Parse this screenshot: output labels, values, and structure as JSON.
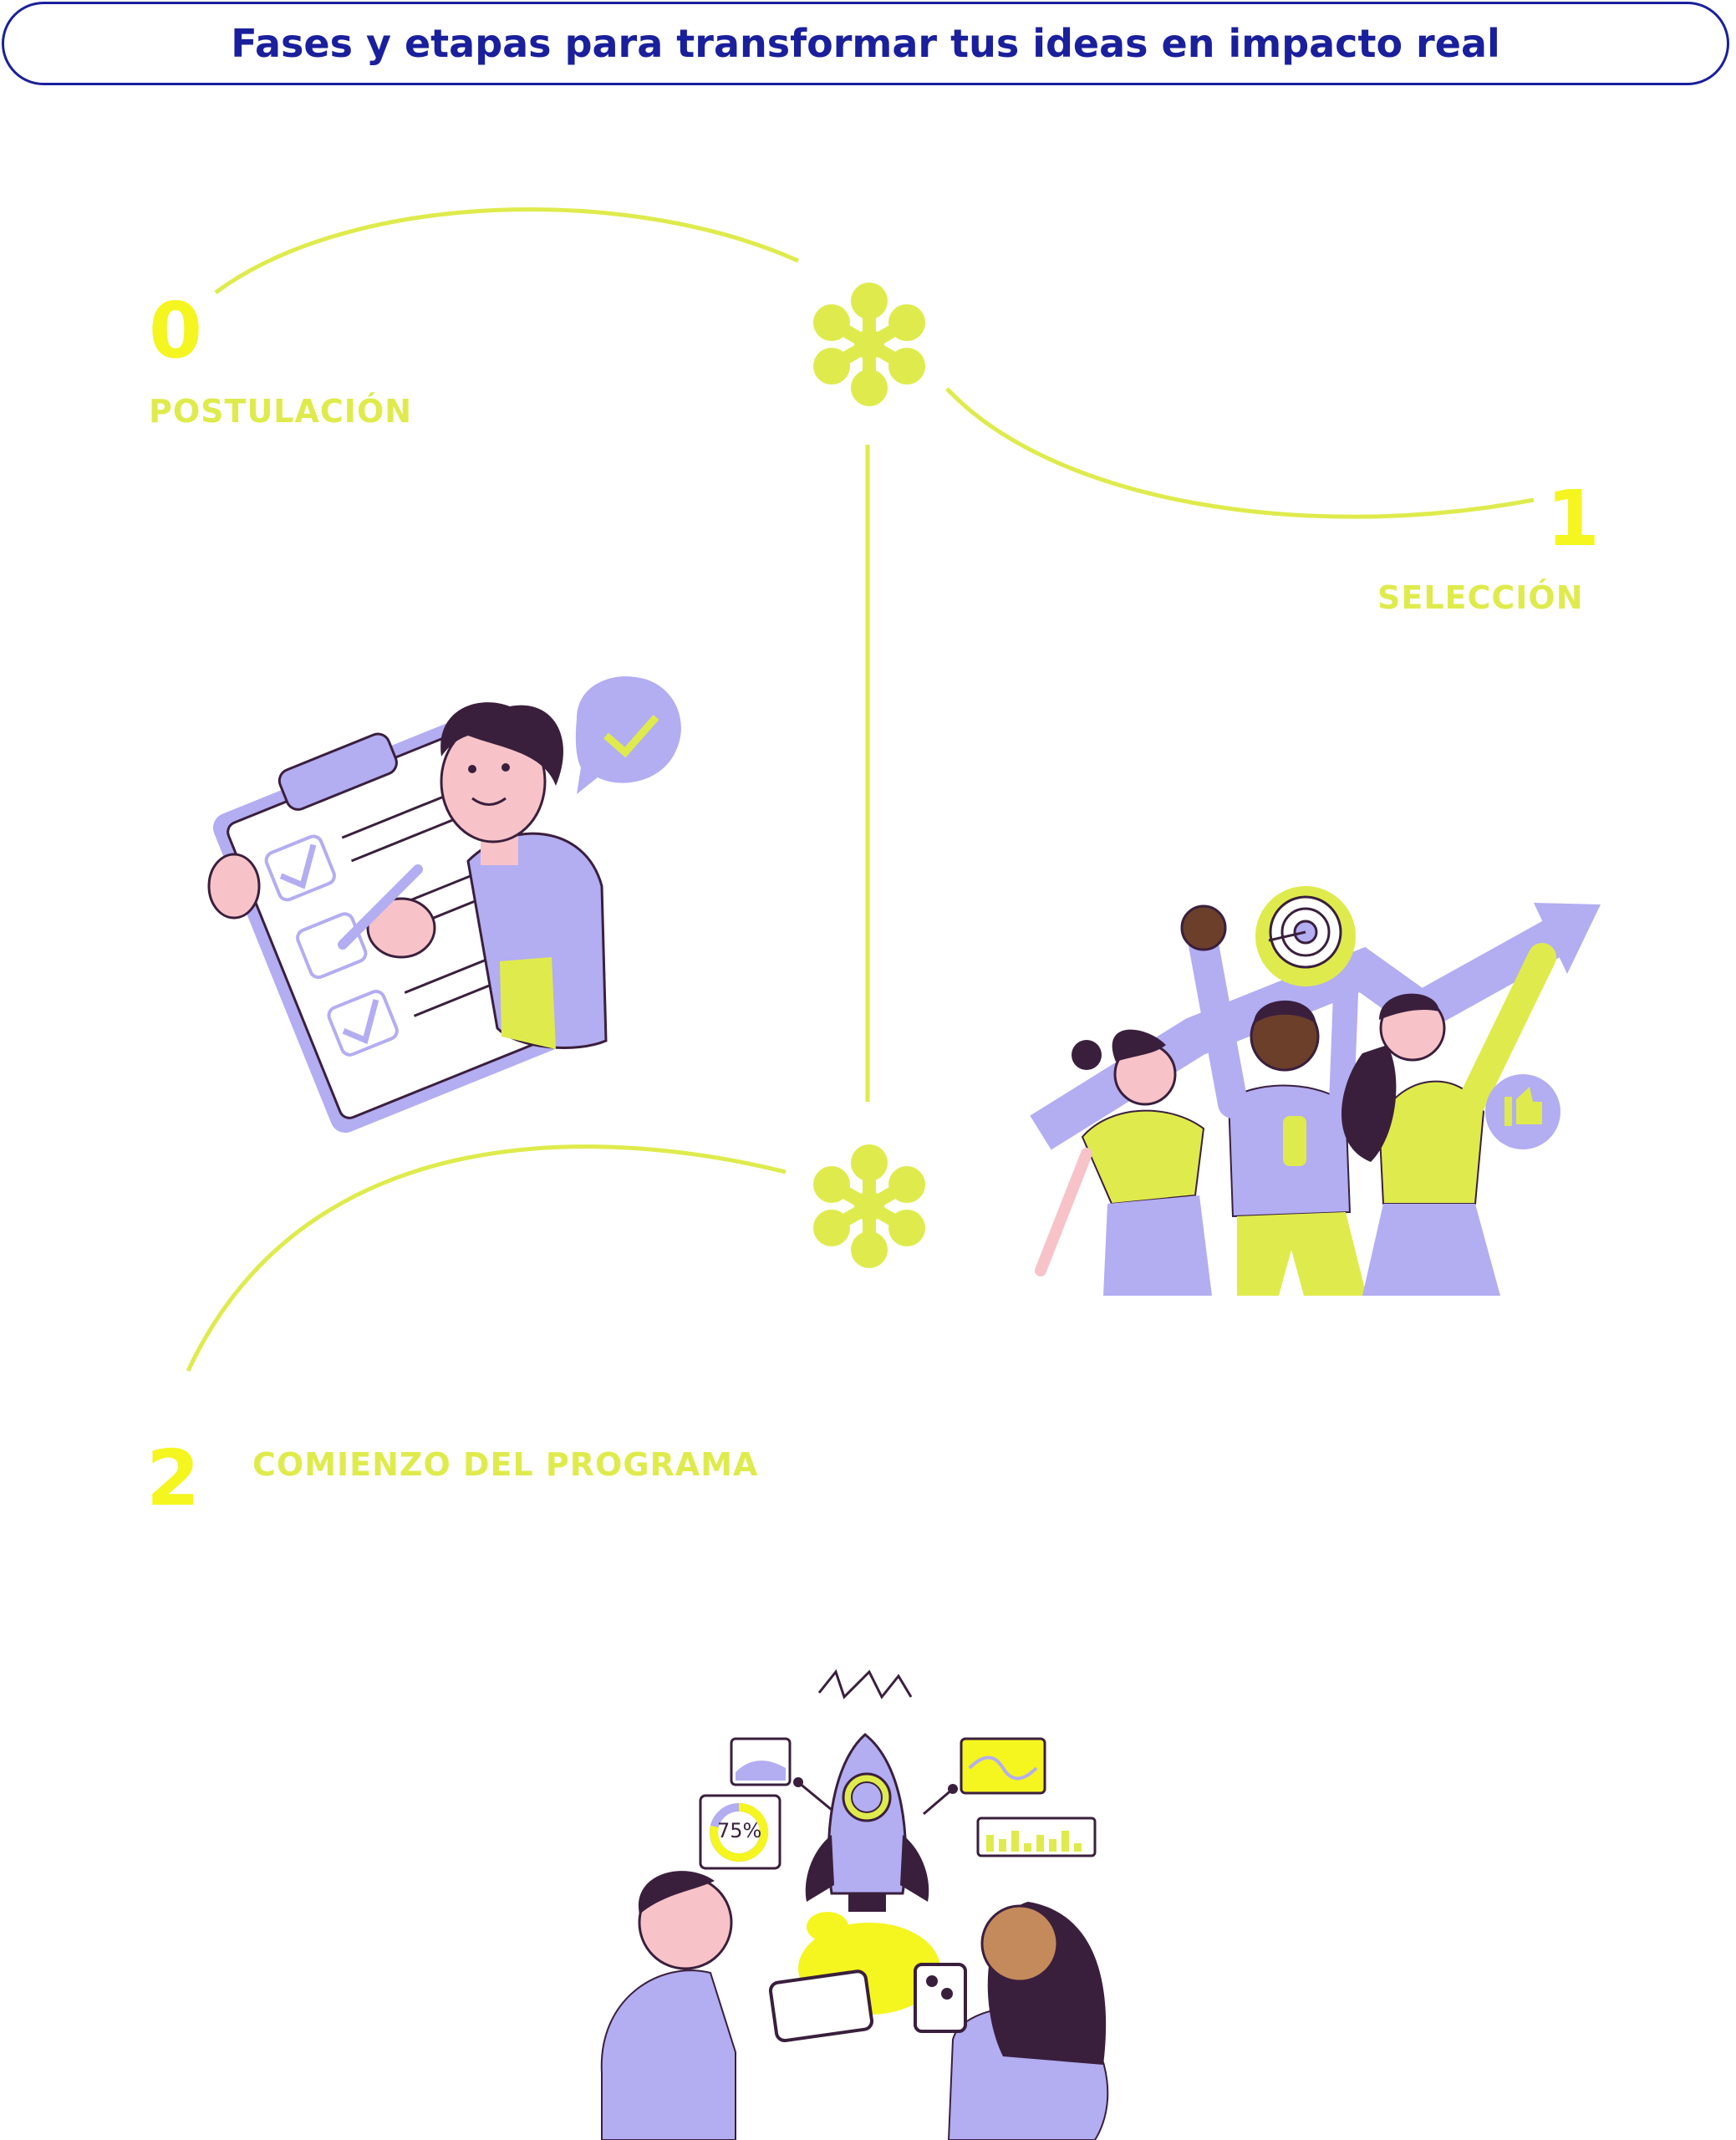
{
  "title": "Fases y etapas para transformar tus ideas en impacto real",
  "phases": [
    {
      "number": "0",
      "label": "POSTULACIÓN"
    },
    {
      "number": "1",
      "label": "SELECCIÓN"
    },
    {
      "number": "2",
      "label": "COMIENZO DEL PROGRAMA"
    }
  ],
  "illustrations": {
    "checklist_badge": "75%"
  },
  "colors": {
    "navy": "#1a1f9c",
    "lime": "#dfeb4c",
    "yellow": "#f5f51f",
    "lavender": "#b3adf2",
    "ink": "#3a1f3d"
  }
}
